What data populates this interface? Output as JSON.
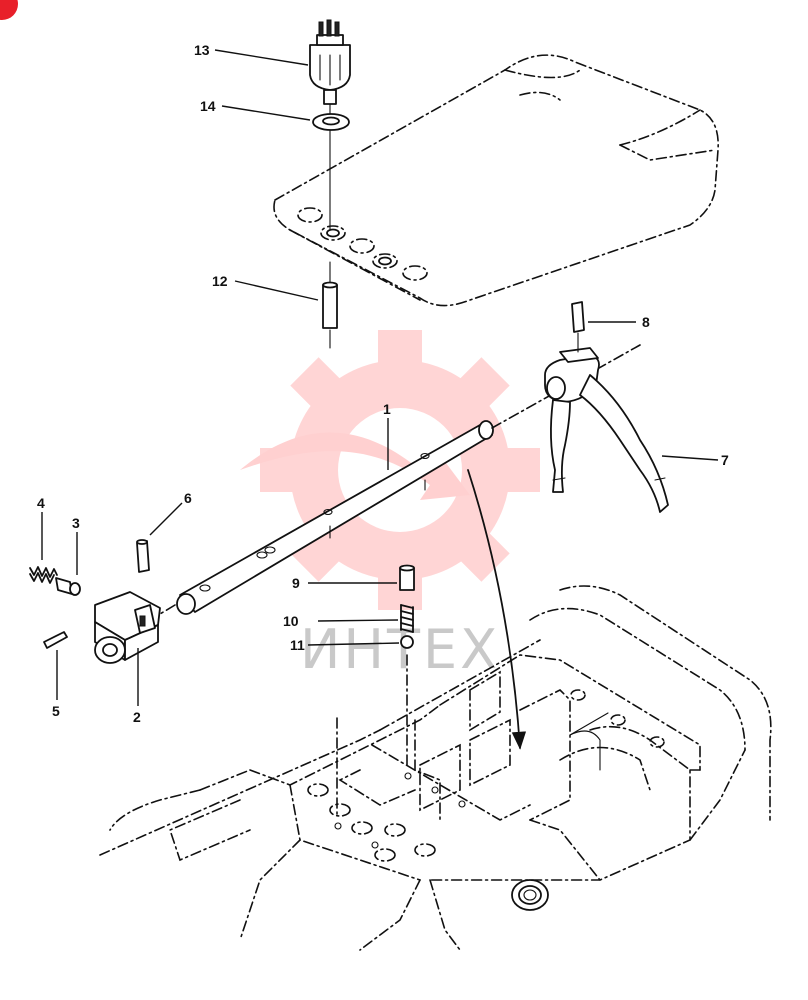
{
  "watermark": {
    "text": "ИНТЕХ",
    "color": "#ff6b6b"
  },
  "callouts": [
    {
      "id": "1",
      "label": "1"
    },
    {
      "id": "2",
      "label": "2"
    },
    {
      "id": "3",
      "label": "3"
    },
    {
      "id": "4",
      "label": "4"
    },
    {
      "id": "5",
      "label": "5"
    },
    {
      "id": "6",
      "label": "6"
    },
    {
      "id": "7",
      "label": "7"
    },
    {
      "id": "8",
      "label": "8"
    },
    {
      "id": "9",
      "label": "9"
    },
    {
      "id": "10",
      "label": "10"
    },
    {
      "id": "11",
      "label": "11"
    },
    {
      "id": "12",
      "label": "12"
    },
    {
      "id": "13",
      "label": "13"
    },
    {
      "id": "14",
      "label": "14"
    }
  ]
}
